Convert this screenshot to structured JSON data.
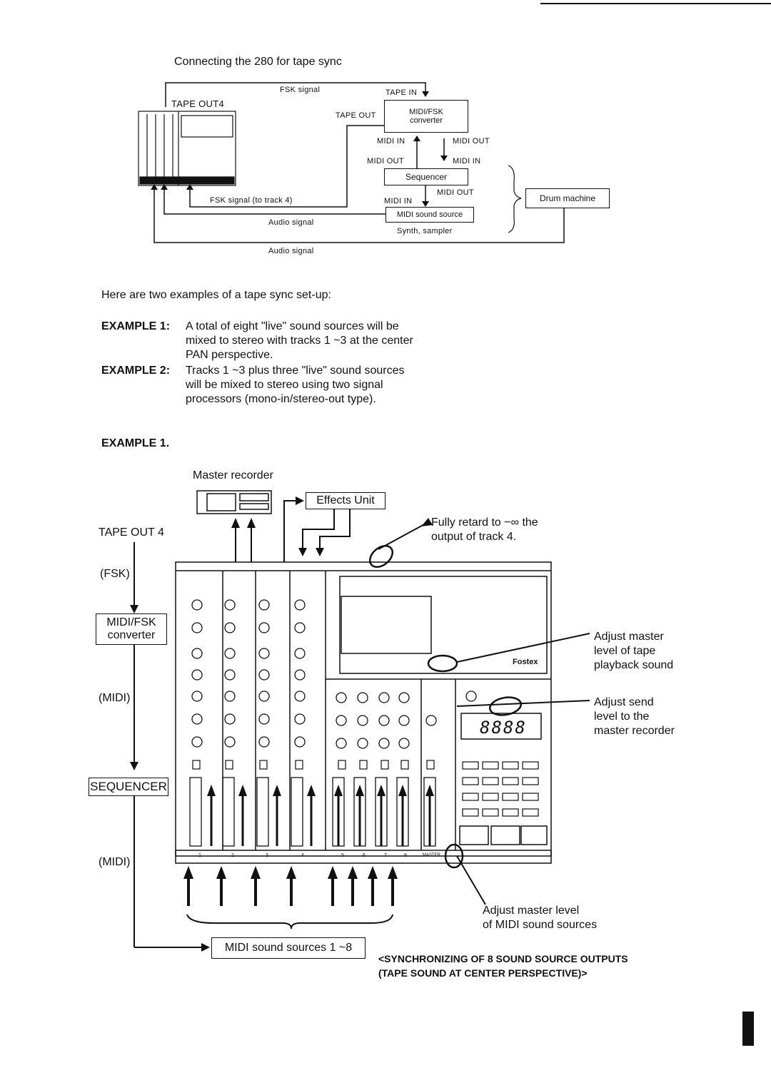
{
  "top_diagram": {
    "title": "Connecting the 280 for tape sync",
    "tape_out4": "TAPE OUT4",
    "fsk_signal": "FSK signal",
    "tape_in": "TAPE IN",
    "tape_out": "TAPE OUT",
    "midi_fsk_converter_line1": "MIDI/FSK",
    "midi_fsk_converter_line2": "converter",
    "midi_in_1": "MIDI IN",
    "midi_out_1": "MIDI OUT",
    "midi_out_2": "MIDI OUT",
    "midi_in_2": "MIDI IN",
    "sequencer": "Sequencer",
    "fsk_signal_track4": "FSK signal (to track 4)",
    "midi_in_3": "MIDI IN",
    "midi_out_3": "MIDI OUT",
    "midi_sound_source": "MIDI sound source",
    "synth_sampler": "Synth, sampler",
    "audio_signal_1": "Audio signal",
    "audio_signal_2": "Audio signal",
    "drum_machine": "Drum machine"
  },
  "text": {
    "intro": "Here are two examples of a tape sync set-up:",
    "example1_label": "EXAMPLE 1:",
    "example1_line1": "A total of eight \"live\" sound sources will be",
    "example1_line2": "mixed to stereo with tracks 1 ~3 at the center",
    "example1_line3": "PAN perspective.",
    "example2_label": "EXAMPLE 2:",
    "example2_line1": "Tracks 1 ~3 plus three \"live\" sound sources",
    "example2_line2": "will be mixed to stereo using two signal",
    "example2_line3": "processors (mono-in/stereo-out type).",
    "example_heading": "EXAMPLE 1."
  },
  "bottom_diagram": {
    "master_recorder": "Master recorder",
    "effects_unit": "Effects Unit",
    "tape_out_4": "TAPE OUT 4",
    "fsk": "(FSK)",
    "midi_fsk_line1": "MIDI/FSK",
    "midi_fsk_line2": "converter",
    "midi_a": "(MIDI)",
    "sequencer": "SEQUENCER",
    "midi_b": "(MIDI)",
    "midi_sound_sources": "MIDI sound sources 1 ~8",
    "fully_retard_line1": "Fully retard to  −∞ the",
    "fully_retard_line2": "output of track 4.",
    "adjust_master_line1": "Adjust master",
    "adjust_master_line2": "level of tape",
    "adjust_master_line3": "playback sound",
    "adjust_send_line1": "Adjust send",
    "adjust_send_line2": "level to the",
    "adjust_send_line3": "master recorder",
    "adjust_midi_line1": "Adjust master level",
    "adjust_midi_line2": "of MIDI sound sources",
    "display_digits": "8888",
    "brand": "Fostex",
    "channel_numbers": [
      "1",
      "2",
      "3",
      "4",
      "5",
      "6",
      "7",
      "8"
    ],
    "master_label": "MASTER",
    "caption_line1": "<SYNCHRONIZING OF 8 SOUND SOURCE OUTPUTS",
    "caption_line2": "(TAPE SOUND AT CENTER PERSPECTIVE)>"
  }
}
